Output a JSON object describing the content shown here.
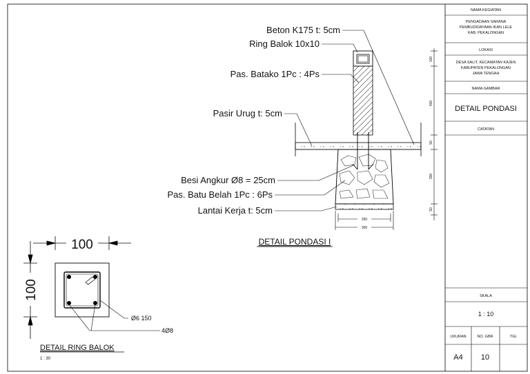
{
  "main_detail": {
    "labels": {
      "beton": "Beton K175 t: 5cm",
      "ring_balok": "Ring Balok 10x10",
      "batako": "Pas. Batako 1Pc : 4Ps",
      "pasir": "Pasir Urug t: 5cm",
      "besi": "Besi Angkur Ø8 = 25cm",
      "batu": "Pas. Batu Belah 1Pc : 6Ps",
      "lantai": "Lantai Kerja t: 5cm"
    },
    "title": "DETAIL PONDASI I",
    "dims_bottom": [
      "250",
      "300"
    ],
    "dims_right": [
      "100",
      "400",
      "50",
      "300",
      "50"
    ]
  },
  "ring_detail": {
    "dim_top": "100",
    "dim_left": "100",
    "label_stirrup": "Ø6   150",
    "label_bars": "4Ø8",
    "title": "DETAIL RING BALOK",
    "scale": "1 : 30"
  },
  "title_block": {
    "kegiatan_label": "NAMA KEGIATAN",
    "kegiatan": [
      "PENGADAAN SARANA",
      "PEMBUDIDAYAAN IKAN LELE",
      "KAB. PEKALONGAN"
    ],
    "lokasi_label": "LOKASI",
    "lokasi": [
      "DESA SALIT, KECAMATAN KAJEN",
      "KABUPATEN PEKALONGAN",
      "JAWA TENGAH"
    ],
    "gambar_label": "NAMA GAMBAR",
    "gambar": "DETAIL PONDASI",
    "catatan_label": "CATATAN",
    "skala_label": "SKALA",
    "skala": "1 : 10",
    "ukuran_label": "UKURAN",
    "ukuran": "A4",
    "nogbr_label": "NO. GBR",
    "nogbr": "10",
    "tgl_label": "TGL"
  }
}
